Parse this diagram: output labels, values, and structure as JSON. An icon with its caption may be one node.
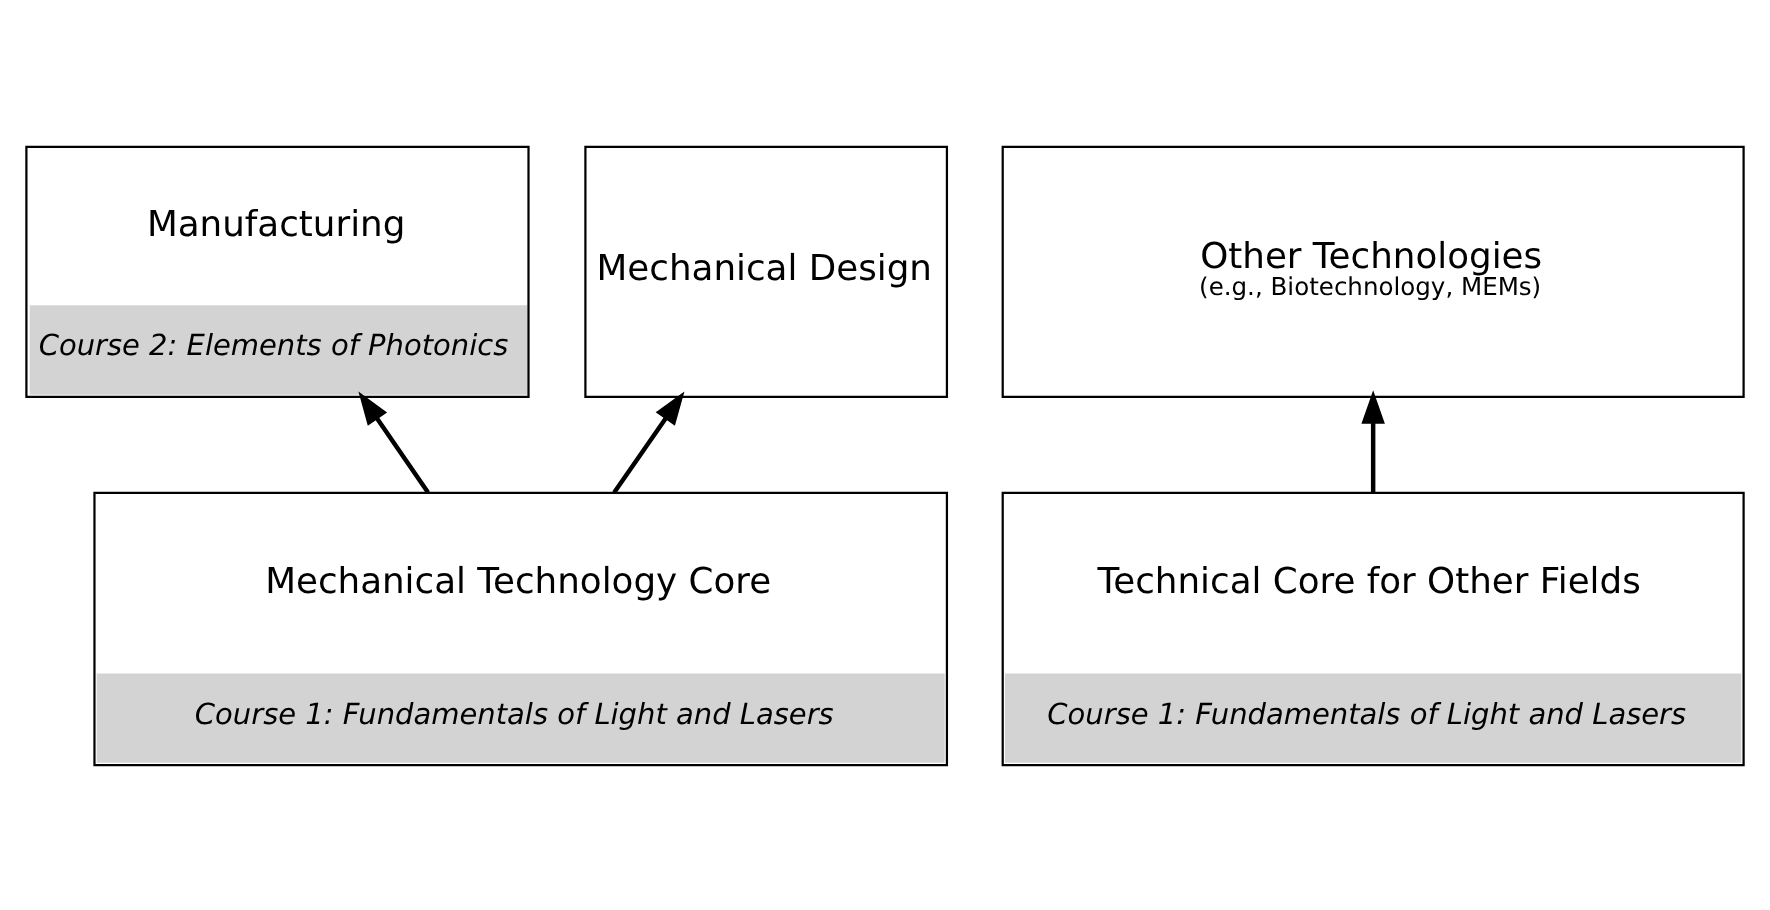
{
  "diagram": {
    "nodes": [
      {
        "text": [
          "Manufacturing",
          "Course 2: Elements of Photonics"
        ]
      },
      {
        "text": [
          "Mechanical Design"
        ]
      },
      {
        "text": [
          "Other Technologies",
          "(e.g., Biotechnology, MEMs)"
        ]
      },
      {
        "text": [
          "Mechanical Technology Core",
          "Course 1: Fundamentals of Light and Lasers"
        ]
      },
      {
        "text": [
          "Technical Core for Other Fields",
          "Course 1: Fundamentals of Light and Lasers"
        ]
      }
    ],
    "edges": [
      {
        "from": 3,
        "to": 0,
        "arrow": "to"
      },
      {
        "from": 3,
        "to": 1,
        "arrow": "to"
      },
      {
        "from": 4,
        "to": 2,
        "arrow": "to"
      }
    ]
  }
}
